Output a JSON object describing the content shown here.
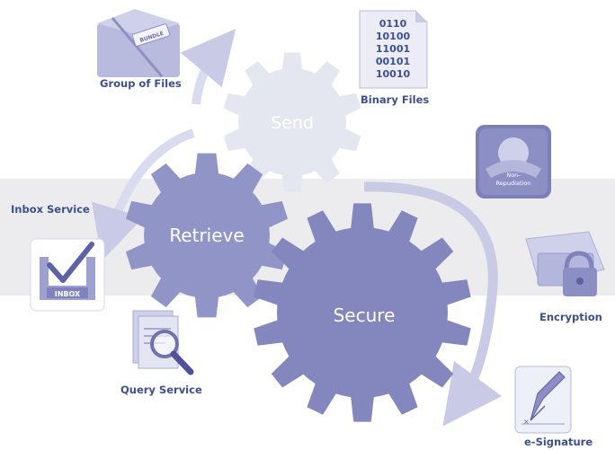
{
  "gears": {
    "send": "Send",
    "retrieve": "Retrieve",
    "secure": "Secure"
  },
  "labels": {
    "group_of_files": "Group of Files",
    "binary_files": "Binary Files",
    "inbox_service": "Inbox Service",
    "query_service": "Query Service",
    "encryption": "Encryption",
    "e_signature": "e-Signature"
  },
  "icon_text": {
    "bundle_tag": "BUNDLE",
    "binary_lines": [
      "0110",
      "10100",
      "11001",
      "00101",
      "10010"
    ],
    "inbox_tray": "INBOX",
    "non_repudiation": [
      "Non-",
      "Repudiation"
    ]
  },
  "colors": {
    "gear_light": "#e4e6f0",
    "gear_mid": "#9194c6",
    "gear_dark": "#8486be",
    "arrow": "#c9cbe6",
    "label": "#3d4f8f",
    "band": "#ececee"
  },
  "icons": [
    "package-icon",
    "binary-file-icon",
    "inbox-tray-icon",
    "magnifier-document-icon",
    "non-repudiation-icon",
    "encryption-lock-icon",
    "pen-nib-icon"
  ]
}
